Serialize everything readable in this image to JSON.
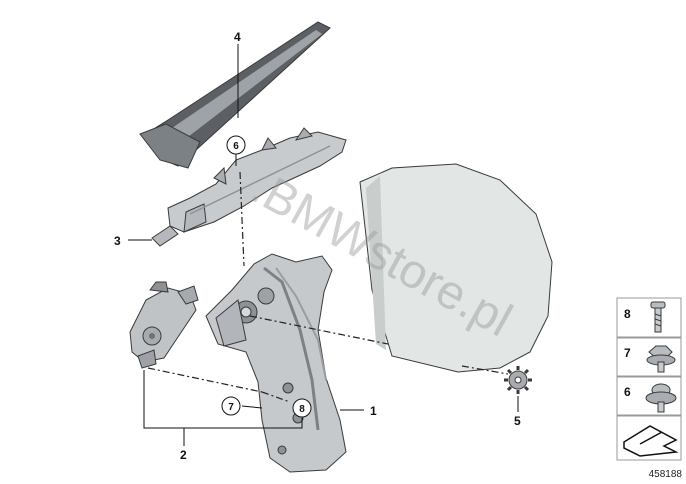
{
  "callouts": {
    "c1": "1",
    "c2": "2",
    "c3": "3",
    "c4": "4",
    "c5": "5",
    "c6_circled": "6",
    "c7_circled": "7",
    "c8_circled": "8"
  },
  "legend": {
    "items": [
      {
        "number": "8",
        "icon": "bolt-icon"
      },
      {
        "number": "7",
        "icon": "hex-flange-nut-icon"
      },
      {
        "number": "6",
        "icon": "washer-screw-icon"
      }
    ],
    "direction_icon": "arrow-corner-icon"
  },
  "watermark": ".BMWstore.pl",
  "diagram_id": "458188",
  "colors": {
    "part_fill": "#c4c7ca",
    "part_dark": "#8e9296",
    "glass_fill": "#e2e6e4",
    "legend_border": "#9a9a9a"
  }
}
